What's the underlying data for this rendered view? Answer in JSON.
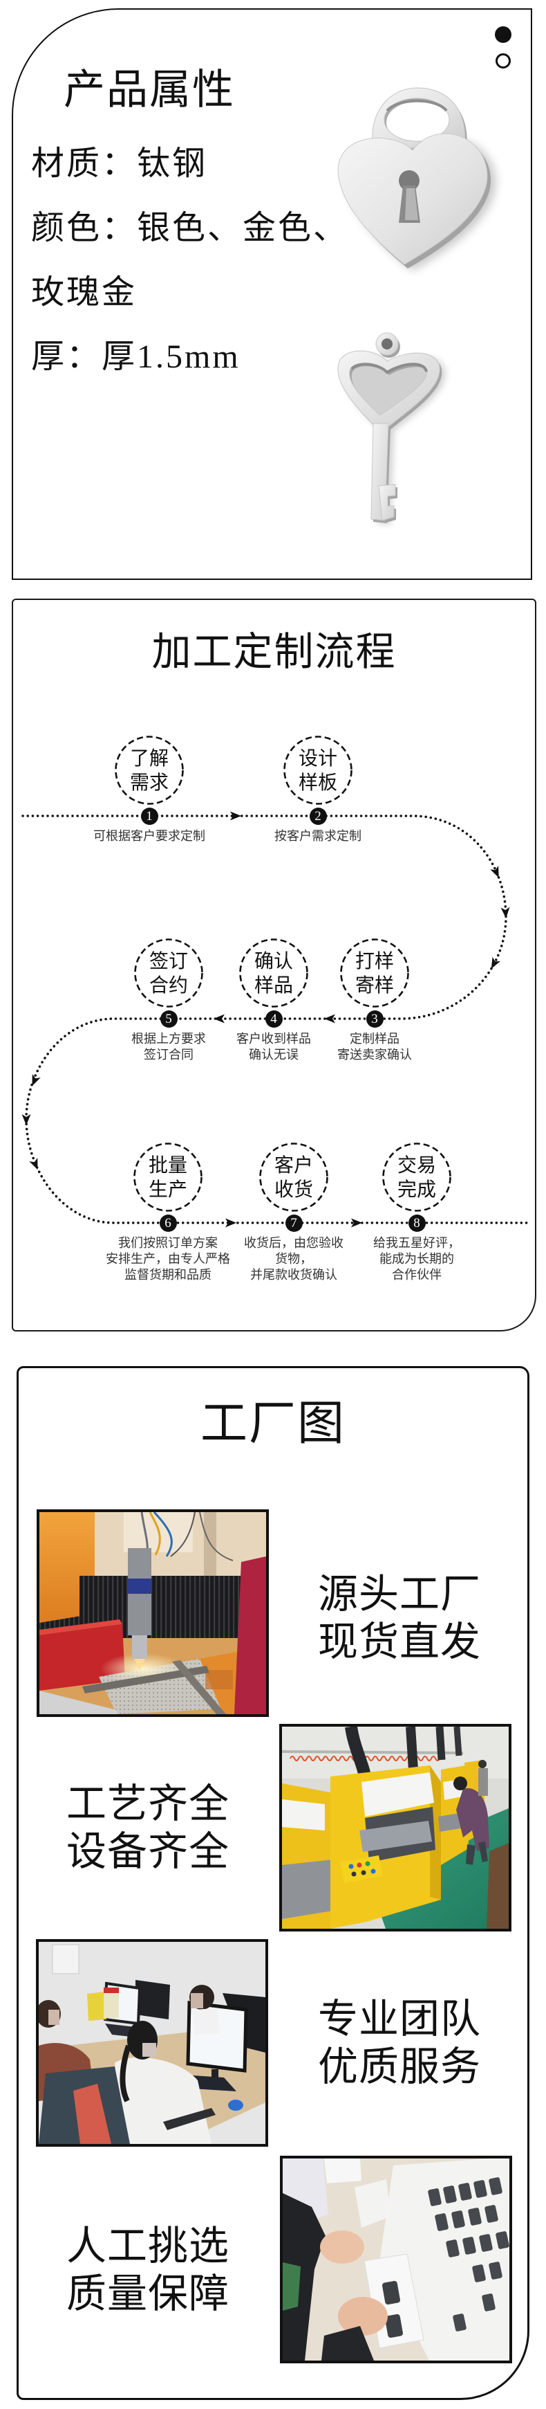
{
  "colors": {
    "border": "#111111",
    "text": "#111111",
    "caption": "#333333",
    "badge_bg": "#111111",
    "badge_text": "#ffffff"
  },
  "product_attributes": {
    "title": "产品属性",
    "attributes": [
      {
        "label": "材质：",
        "value": "钛钢"
      },
      {
        "label": "颜色：",
        "value": "银色、金色、玫瑰金"
      },
      {
        "label": "厚：",
        "value": "厚1.5mm"
      }
    ],
    "indicator_dots": [
      "filled",
      "hollow"
    ],
    "product_images": [
      "heart-padlock-charm",
      "heart-key-charm"
    ]
  },
  "process": {
    "title": "加工定制流程",
    "steps": [
      {
        "number": "1",
        "title_lines": [
          "了解",
          "需求"
        ],
        "caption_lines": [
          "可根据客户要求定制"
        ]
      },
      {
        "number": "2",
        "title_lines": [
          "设计",
          "样板"
        ],
        "caption_lines": [
          "按客户需求定制"
        ]
      },
      {
        "number": "3",
        "title_lines": [
          "打样",
          "寄样"
        ],
        "caption_lines": [
          "定制样品",
          "寄送卖家确认"
        ]
      },
      {
        "number": "4",
        "title_lines": [
          "确认",
          "样品"
        ],
        "caption_lines": [
          "客户收到样品",
          "确认无误"
        ]
      },
      {
        "number": "5",
        "title_lines": [
          "签订",
          "合约"
        ],
        "caption_lines": [
          "根据上方要求",
          "签订合同"
        ]
      },
      {
        "number": "6",
        "title_lines": [
          "批量",
          "生产"
        ],
        "caption_lines": [
          "我们按照订单方案",
          "安排生产，由专人严格",
          "监督货期和品质"
        ]
      },
      {
        "number": "7",
        "title_lines": [
          "客户",
          "收货"
        ],
        "caption_lines": [
          "收货后，由您验收",
          "货物，",
          "并尾款收货确认"
        ]
      },
      {
        "number": "8",
        "title_lines": [
          "交易",
          "完成"
        ],
        "caption_lines": [
          "给我五星好评，",
          "能成为长期的",
          "合作伙伴"
        ]
      }
    ]
  },
  "factory": {
    "title": "工厂图",
    "rows": [
      {
        "image": "laser-cutting-machine-photo",
        "text_lines": [
          "源头工厂",
          "现货直发"
        ]
      },
      {
        "image": "yellow-production-line-photo",
        "text_lines": [
          "工艺齐全",
          "设备齐全"
        ]
      },
      {
        "image": "office-team-photo",
        "text_lines": [
          "专业团队",
          "优质服务"
        ]
      },
      {
        "image": "manual-sorting-photo",
        "text_lines": [
          "人工挑选",
          "质量保障"
        ]
      }
    ]
  }
}
